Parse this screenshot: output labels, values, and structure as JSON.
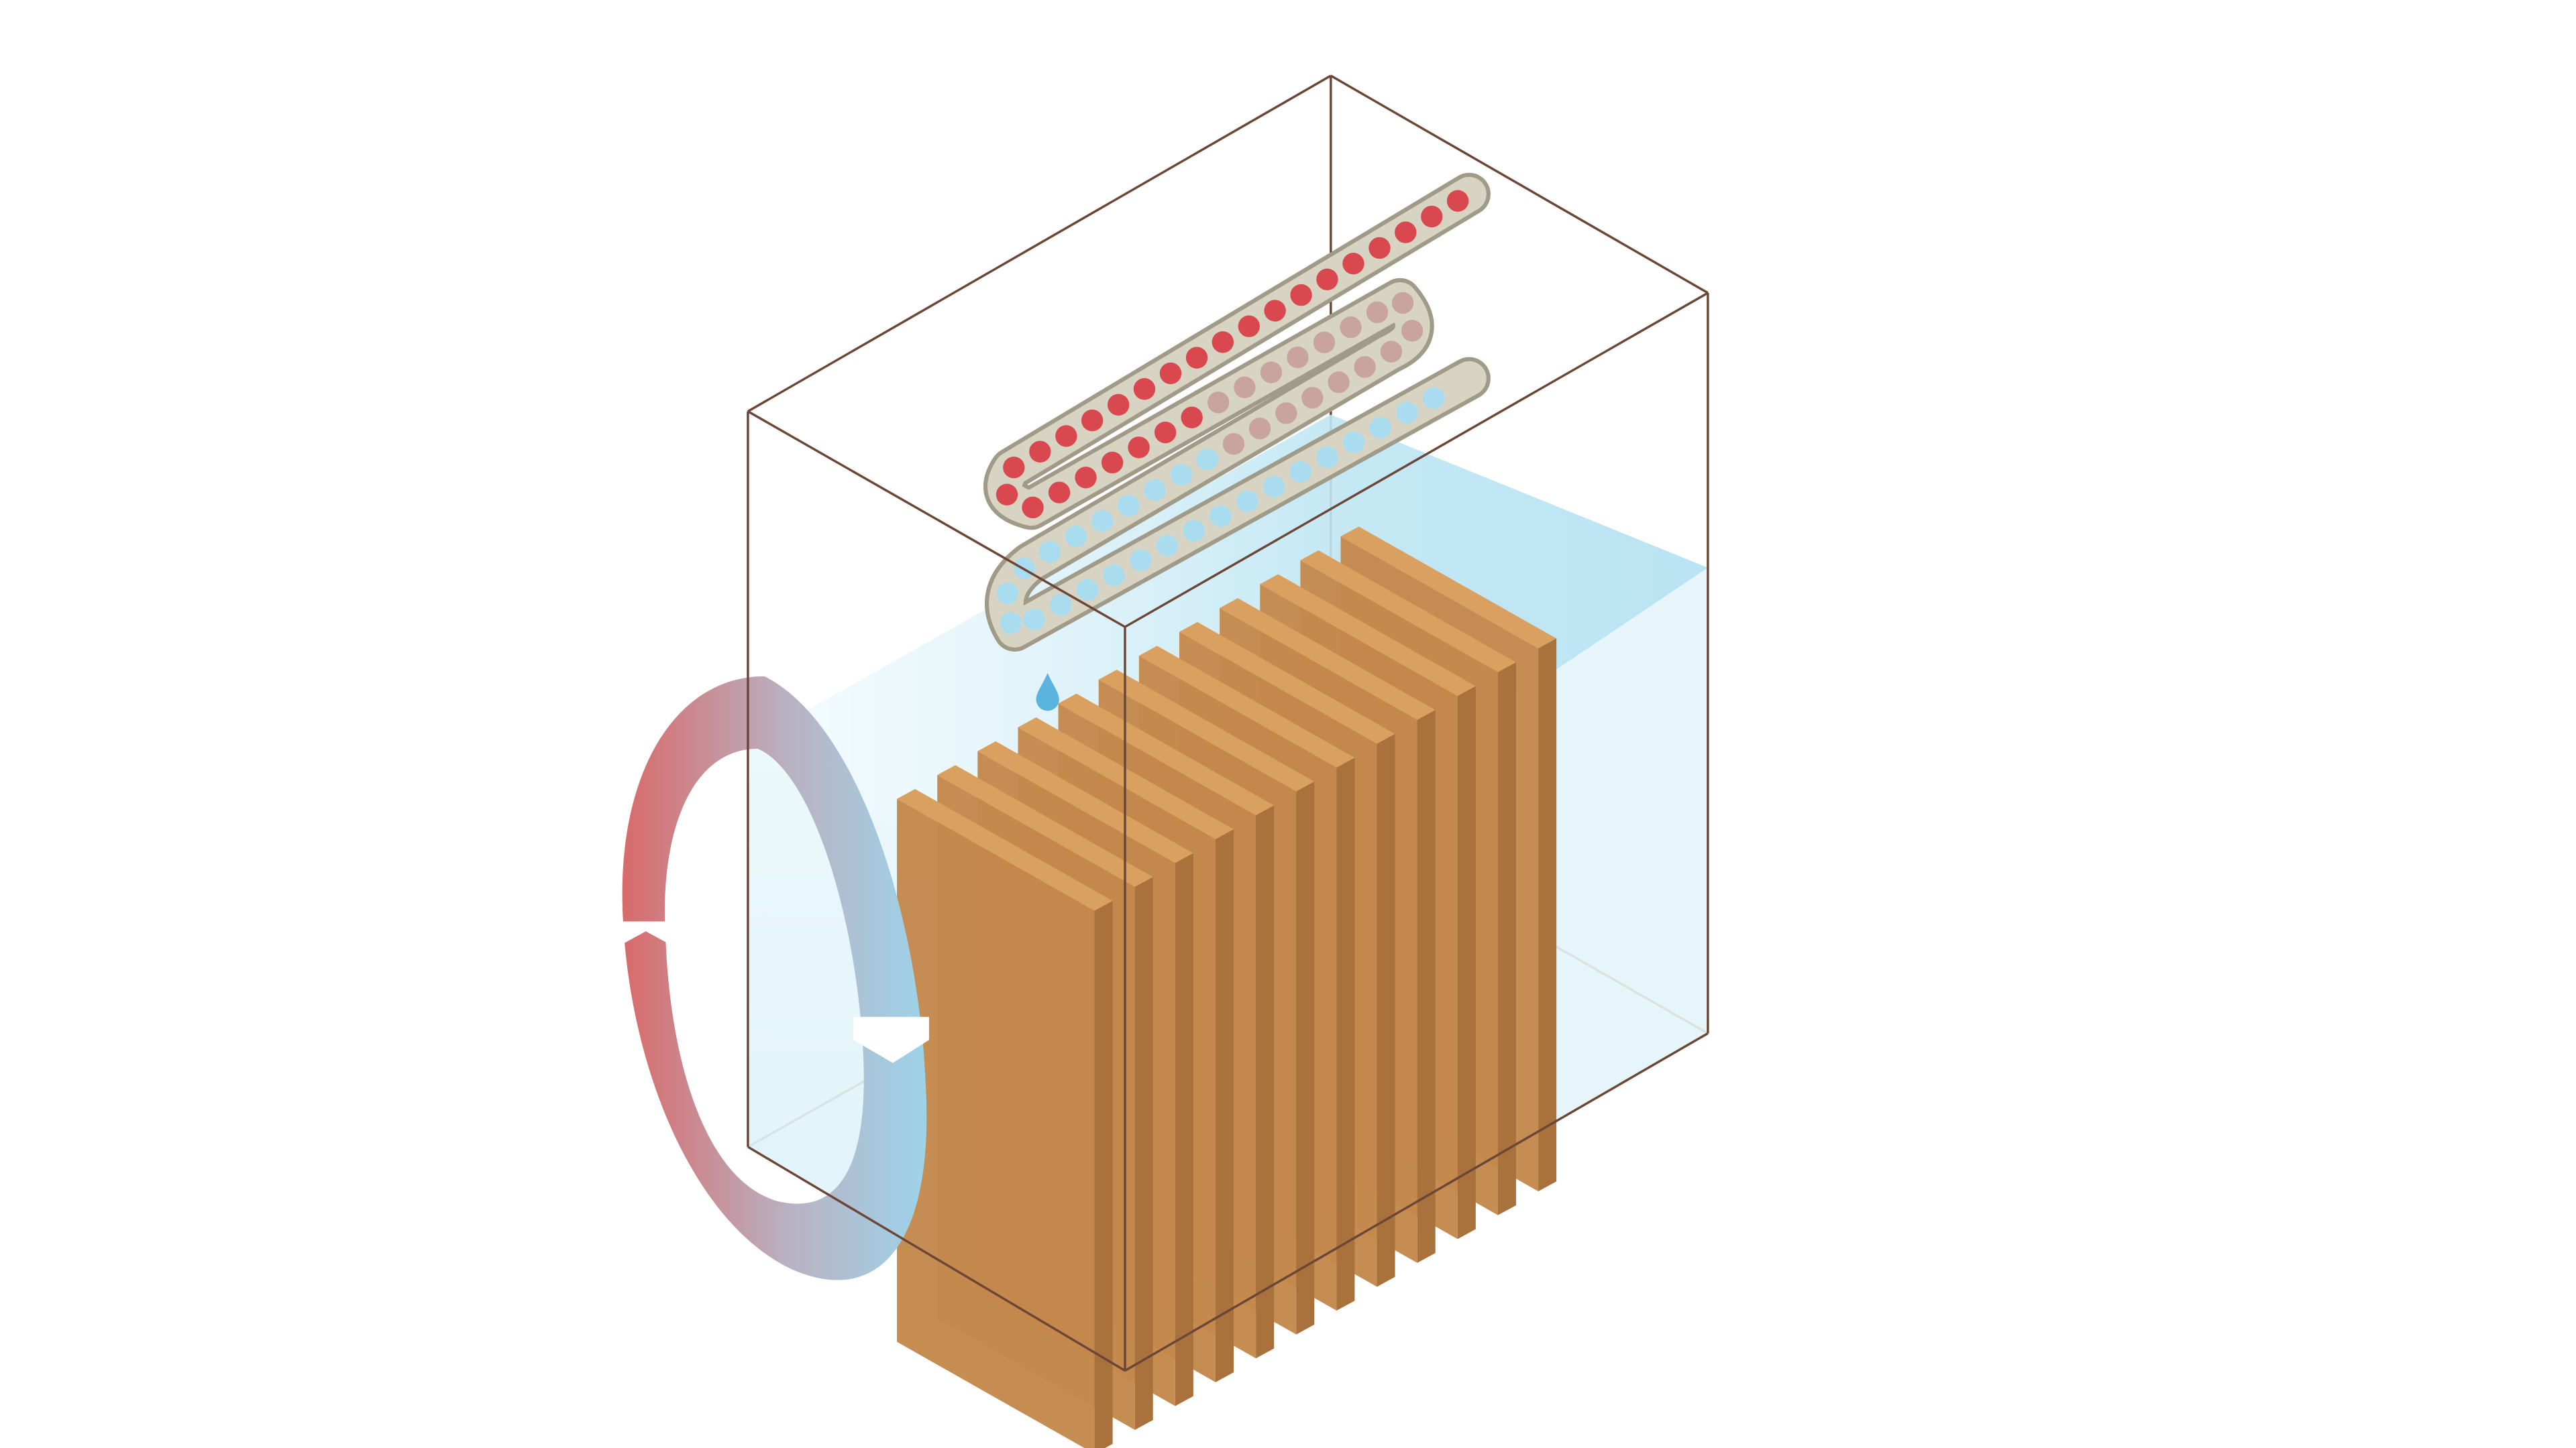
{
  "diagram": {
    "kind": "isometric-illustration",
    "subject": "wooden-fins-in-water-tank-with-condenser-coil-and-circulation-loop",
    "text_labels": [],
    "colors": {
      "background": "#ffffff",
      "box_edge": "#6b4636",
      "water_light": "#e6f6fa",
      "water_surface": "#cdebf4",
      "fin_face": "#c4884c",
      "fin_top": "#d9a05f",
      "fin_side": "#a9713c",
      "coil_tube": "#d4d0bf",
      "coil_tube_edge": "#9f9b88",
      "dot_hot": "#d9484e",
      "dot_mid": "#c9a49c",
      "dot_cold": "#a9dcee",
      "loop_hot": "#d86a6a",
      "loop_cold": "#9dd3ea",
      "droplet": "#5bb4dd"
    },
    "parts": [
      {
        "name": "transparent-tank",
        "shape": "box"
      },
      {
        "name": "water-volume",
        "state": "filled"
      },
      {
        "name": "condenser-coil",
        "segments": 3,
        "flow": "hot-to-cold"
      },
      {
        "name": "water-droplet",
        "count": 1
      },
      {
        "name": "wooden-fin-stack",
        "fin_count": 12
      },
      {
        "name": "circulation-loop",
        "arrows": 2,
        "direction": "clockwise"
      }
    ]
  }
}
